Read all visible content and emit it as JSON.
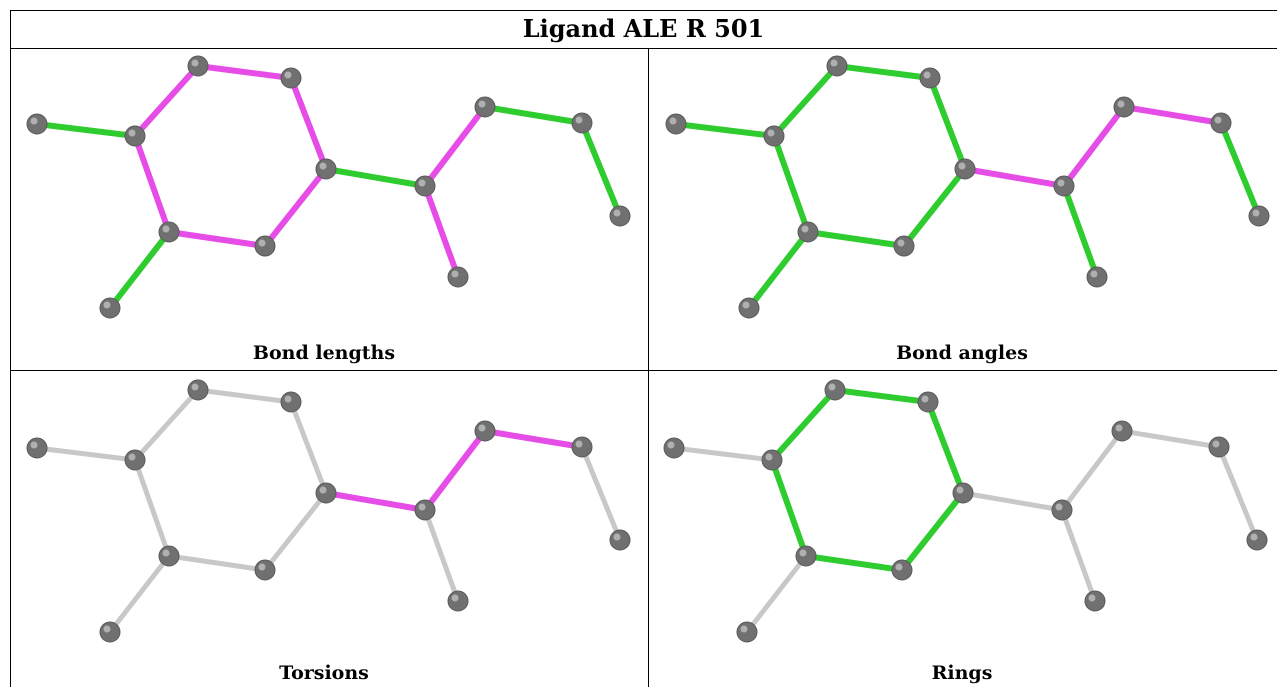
{
  "title": "Ligand ALE R 501",
  "colors": {
    "grey_bond": "#c8c8c8",
    "green_bond": "#2ecc2e",
    "magenta_bond": "#e64ce6",
    "atom": "#707070"
  },
  "panels": [
    {
      "caption": "Bond lengths",
      "highlights": {
        "g": [
          "e0",
          "e1",
          "e2",
          "e3",
          "e4",
          "e5",
          "e6"
        ],
        "m": [
          "r0",
          "r1",
          "r2",
          "r3",
          "r4",
          "r5",
          "b0",
          "b1"
        ]
      }
    },
    {
      "caption": "Bond angles",
      "highlights": {
        "g": [
          "r0",
          "r1",
          "r2",
          "r3",
          "r4",
          "r5",
          "e0",
          "e2",
          "e3",
          "b1",
          "e6"
        ],
        "m": [
          "e1",
          "b0",
          "e4"
        ]
      }
    },
    {
      "caption": "Torsions",
      "highlights": {
        "g": [],
        "m": [
          "e1",
          "b0",
          "e4"
        ]
      }
    },
    {
      "caption": "Rings",
      "highlights": {
        "g": [
          "r0",
          "r1",
          "r2",
          "r3",
          "r4",
          "r5"
        ],
        "m": []
      }
    }
  ]
}
